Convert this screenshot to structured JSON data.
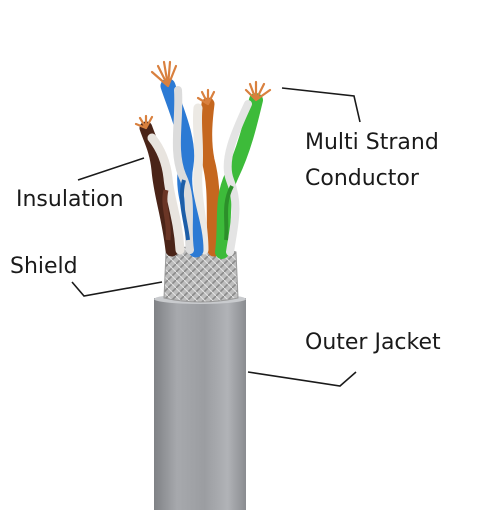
{
  "labels": {
    "multi_strand_line1": "Multi Strand",
    "multi_strand_line2": "Conductor",
    "insulation": "Insulation",
    "shield": "Shield",
    "outer_jacket": "Outer Jacket"
  },
  "colors": {
    "jacket": "#9a9ca0",
    "shield_braid": "#b8b8b8",
    "wire_blue": "#2f7fd6",
    "wire_green": "#3fbf3f",
    "wire_brown": "#5a2c1e",
    "wire_orange": "#c76a25",
    "wire_white": "#e6e6e6",
    "copper": "#d98040",
    "leader_line": "#1a1a1a"
  }
}
